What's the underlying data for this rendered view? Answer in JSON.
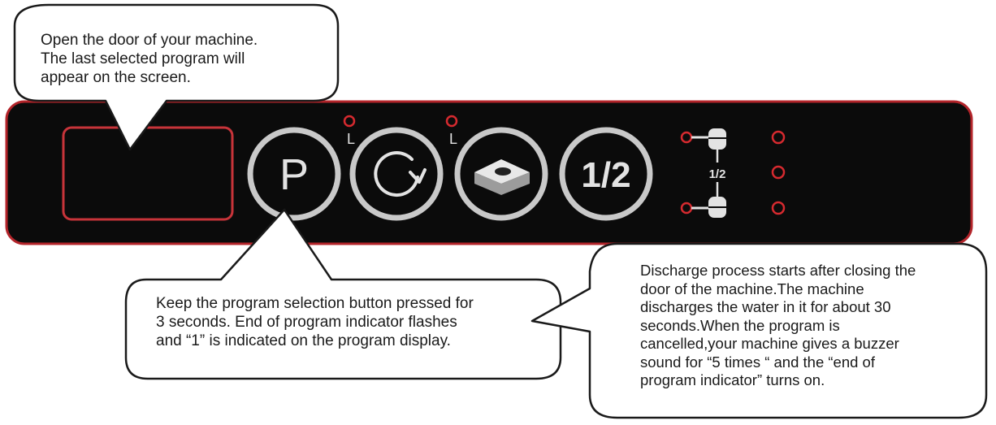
{
  "control_panel": {
    "program_button_label": "P",
    "half_load_button_label": "1/2",
    "load_scale_label": "1/2",
    "indicator_mark_1": "L",
    "indicator_mark_2": "L"
  },
  "callouts": {
    "open_door": [
      "Open the door of your machine.",
      "The last selected program will",
      "appear on the screen."
    ],
    "program_button": [
      "Keep the program selection button pressed for",
      "3 seconds. End of  program indicator flashes",
      "and “1” is indicated  on the  program display."
    ],
    "discharge": [
      "Discharge process starts after closing the",
      "door of the machine.The machine",
      "discharges the water in it  for about 30",
      "seconds.When the program is",
      "cancelled,your machine gives a buzzer",
      "sound for “5 times “ and the “end of",
      "program indicator” turns on."
    ]
  },
  "colors": {
    "panel": "#0b0b0b",
    "panel_border": "#b3242a",
    "display_border": "#c8343a",
    "led": "#d62a2f",
    "ring": "#c9c9c9"
  }
}
